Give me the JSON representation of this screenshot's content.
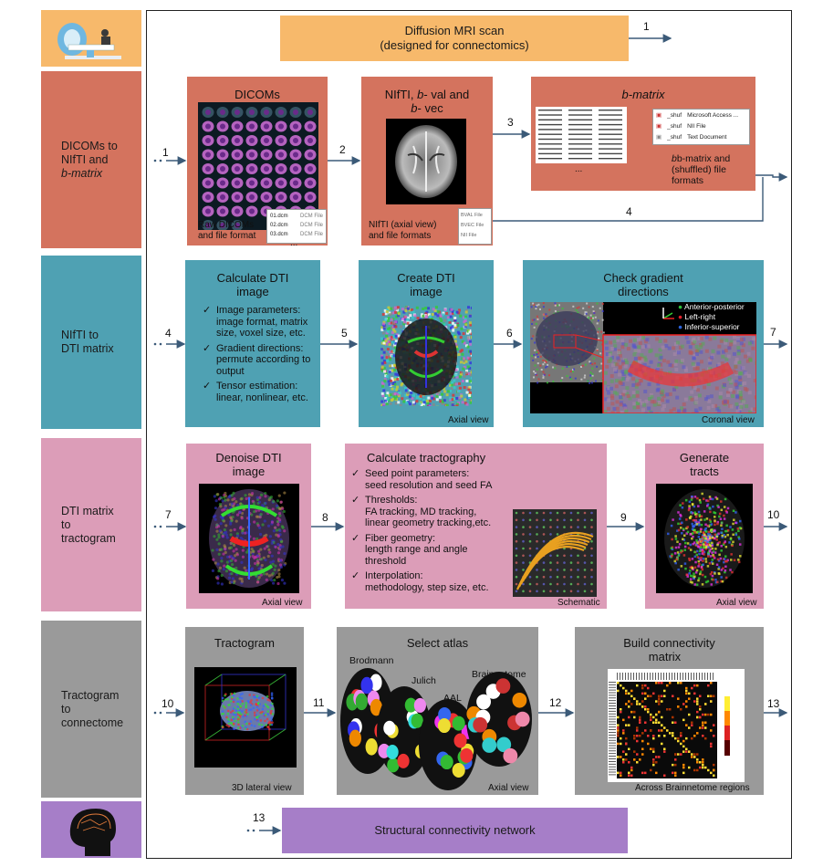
{
  "colors": {
    "orange": "#f7b96b",
    "red": "#d4735e",
    "teal": "#4fa1b3",
    "pink": "#dc9db8",
    "gray": "#9a9a9a",
    "purple": "#a67ec8",
    "arrow": "#3b5a78"
  },
  "sections": [
    {
      "id": "dicom",
      "label_parts": [
        "DICOMs to",
        "NIfTI and",
        "b-matrix"
      ]
    },
    {
      "id": "nifti",
      "label_parts": [
        "NIfTI to",
        "DTI matrix"
      ]
    },
    {
      "id": "dti",
      "label_parts": [
        "DTI matrix",
        "to",
        "tractogram"
      ]
    },
    {
      "id": "tract",
      "label_parts": [
        "Tractogram",
        "to",
        "connectome"
      ]
    }
  ],
  "icons": {
    "scanner": "mri-scanner-icon",
    "head": "brain-head-icon"
  },
  "top": {
    "title_line1": "Diffusion MRI scan",
    "title_line2": "(designed for connectomics)",
    "num": "1"
  },
  "row1": {
    "in_num": "1",
    "dicoms": {
      "title": "DICOMs",
      "caption1": "Raw DICOMs",
      "caption2": "and file format",
      "files": [
        {
          "name": "01.dcm",
          "type": "DCM File"
        },
        {
          "name": "02.dcm",
          "type": "DCM File"
        },
        {
          "name": "03.dcm",
          "type": "DCM File"
        }
      ],
      "ellipsis": "..."
    },
    "num2": "2",
    "nifti": {
      "title1": "NIfTI, ",
      "title_b1": "b",
      "title2": "- val and",
      "title_b2": "b",
      "title3": "- vec",
      "caption1": "NIfTI (axial view)",
      "caption2": "and file formats",
      "files": [
        {
          "type": "BVAL File"
        },
        {
          "type": "BVEC File"
        },
        {
          "type": "NII File"
        }
      ]
    },
    "num3": "3",
    "bmatrix": {
      "title": "b-matrix",
      "ellipsis": "...",
      "files": [
        {
          "name": "_shuf",
          "type": "Microsoft Access ..."
        },
        {
          "name": "_shuf",
          "type": "NII File"
        },
        {
          "name": "_shuf",
          "type": "Text Document"
        }
      ],
      "caption1": "b-matrix and",
      "caption2": "(shuffled) file",
      "caption3": "formats"
    },
    "num4": "4"
  },
  "row2": {
    "in_num": "4",
    "calc": {
      "title1": "Calculate DTI",
      "title2": "image",
      "items": [
        [
          "Image parameters:",
          "image format, matrix",
          "size, voxel size, etc."
        ],
        [
          "Gradient directions:",
          "permute according to",
          "output"
        ],
        [
          "Tensor estimation:",
          "linear, nonlinear, etc."
        ]
      ]
    },
    "num5": "5",
    "create": {
      "title1": "Create DTI",
      "title2": "image",
      "caption": "Axial view"
    },
    "num6": "6",
    "check": {
      "title1": "Check gradient",
      "title2": "directions",
      "caption": "Coronal view",
      "legend": [
        {
          "label": "Anterior-posterior",
          "color": "#2fbf3a"
        },
        {
          "label": "Left-right",
          "color": "#e0212a"
        },
        {
          "label": "Inferior-superior",
          "color": "#2b62d8"
        }
      ]
    },
    "num7": "7"
  },
  "row3": {
    "in_num": "7",
    "denoise": {
      "title1": "Denoise DTI",
      "title2": "image",
      "caption": "Axial view"
    },
    "num8": "8",
    "tracto": {
      "title": "Calculate tractography",
      "items": [
        [
          "Seed point parameters:",
          "seed resolution and seed FA"
        ],
        [
          "Thresholds:",
          "FA tracking, MD tracking,",
          "linear geometry tracking,etc."
        ],
        [
          "Fiber geometry:",
          "length range and angle",
          "threshold"
        ],
        [
          "Interpolation:",
          "methodology, step size, etc."
        ]
      ],
      "caption": "Schematic"
    },
    "num9": "9",
    "gen": {
      "title1": "Generate",
      "title2": "tracts",
      "caption": "Axial view"
    },
    "num10": "10"
  },
  "row4": {
    "in_num": "10",
    "tractogram": {
      "title": "Tractogram",
      "caption": "3D lateral view"
    },
    "num11": "11",
    "atlas": {
      "title": "Select atlas",
      "labels": {
        "brodmann": "Brodmann",
        "julich": "Julich",
        "aal": "AAL",
        "brainnetome": "Brainnetome"
      },
      "caption": "Axial view"
    },
    "num12": "12",
    "matrix": {
      "title1": "Build connectivity",
      "title2": "matrix",
      "caption": "Across Brainnetome regions"
    },
    "num13": "13"
  },
  "bottom": {
    "in_num": "13",
    "title": "Structural connectivity network"
  }
}
